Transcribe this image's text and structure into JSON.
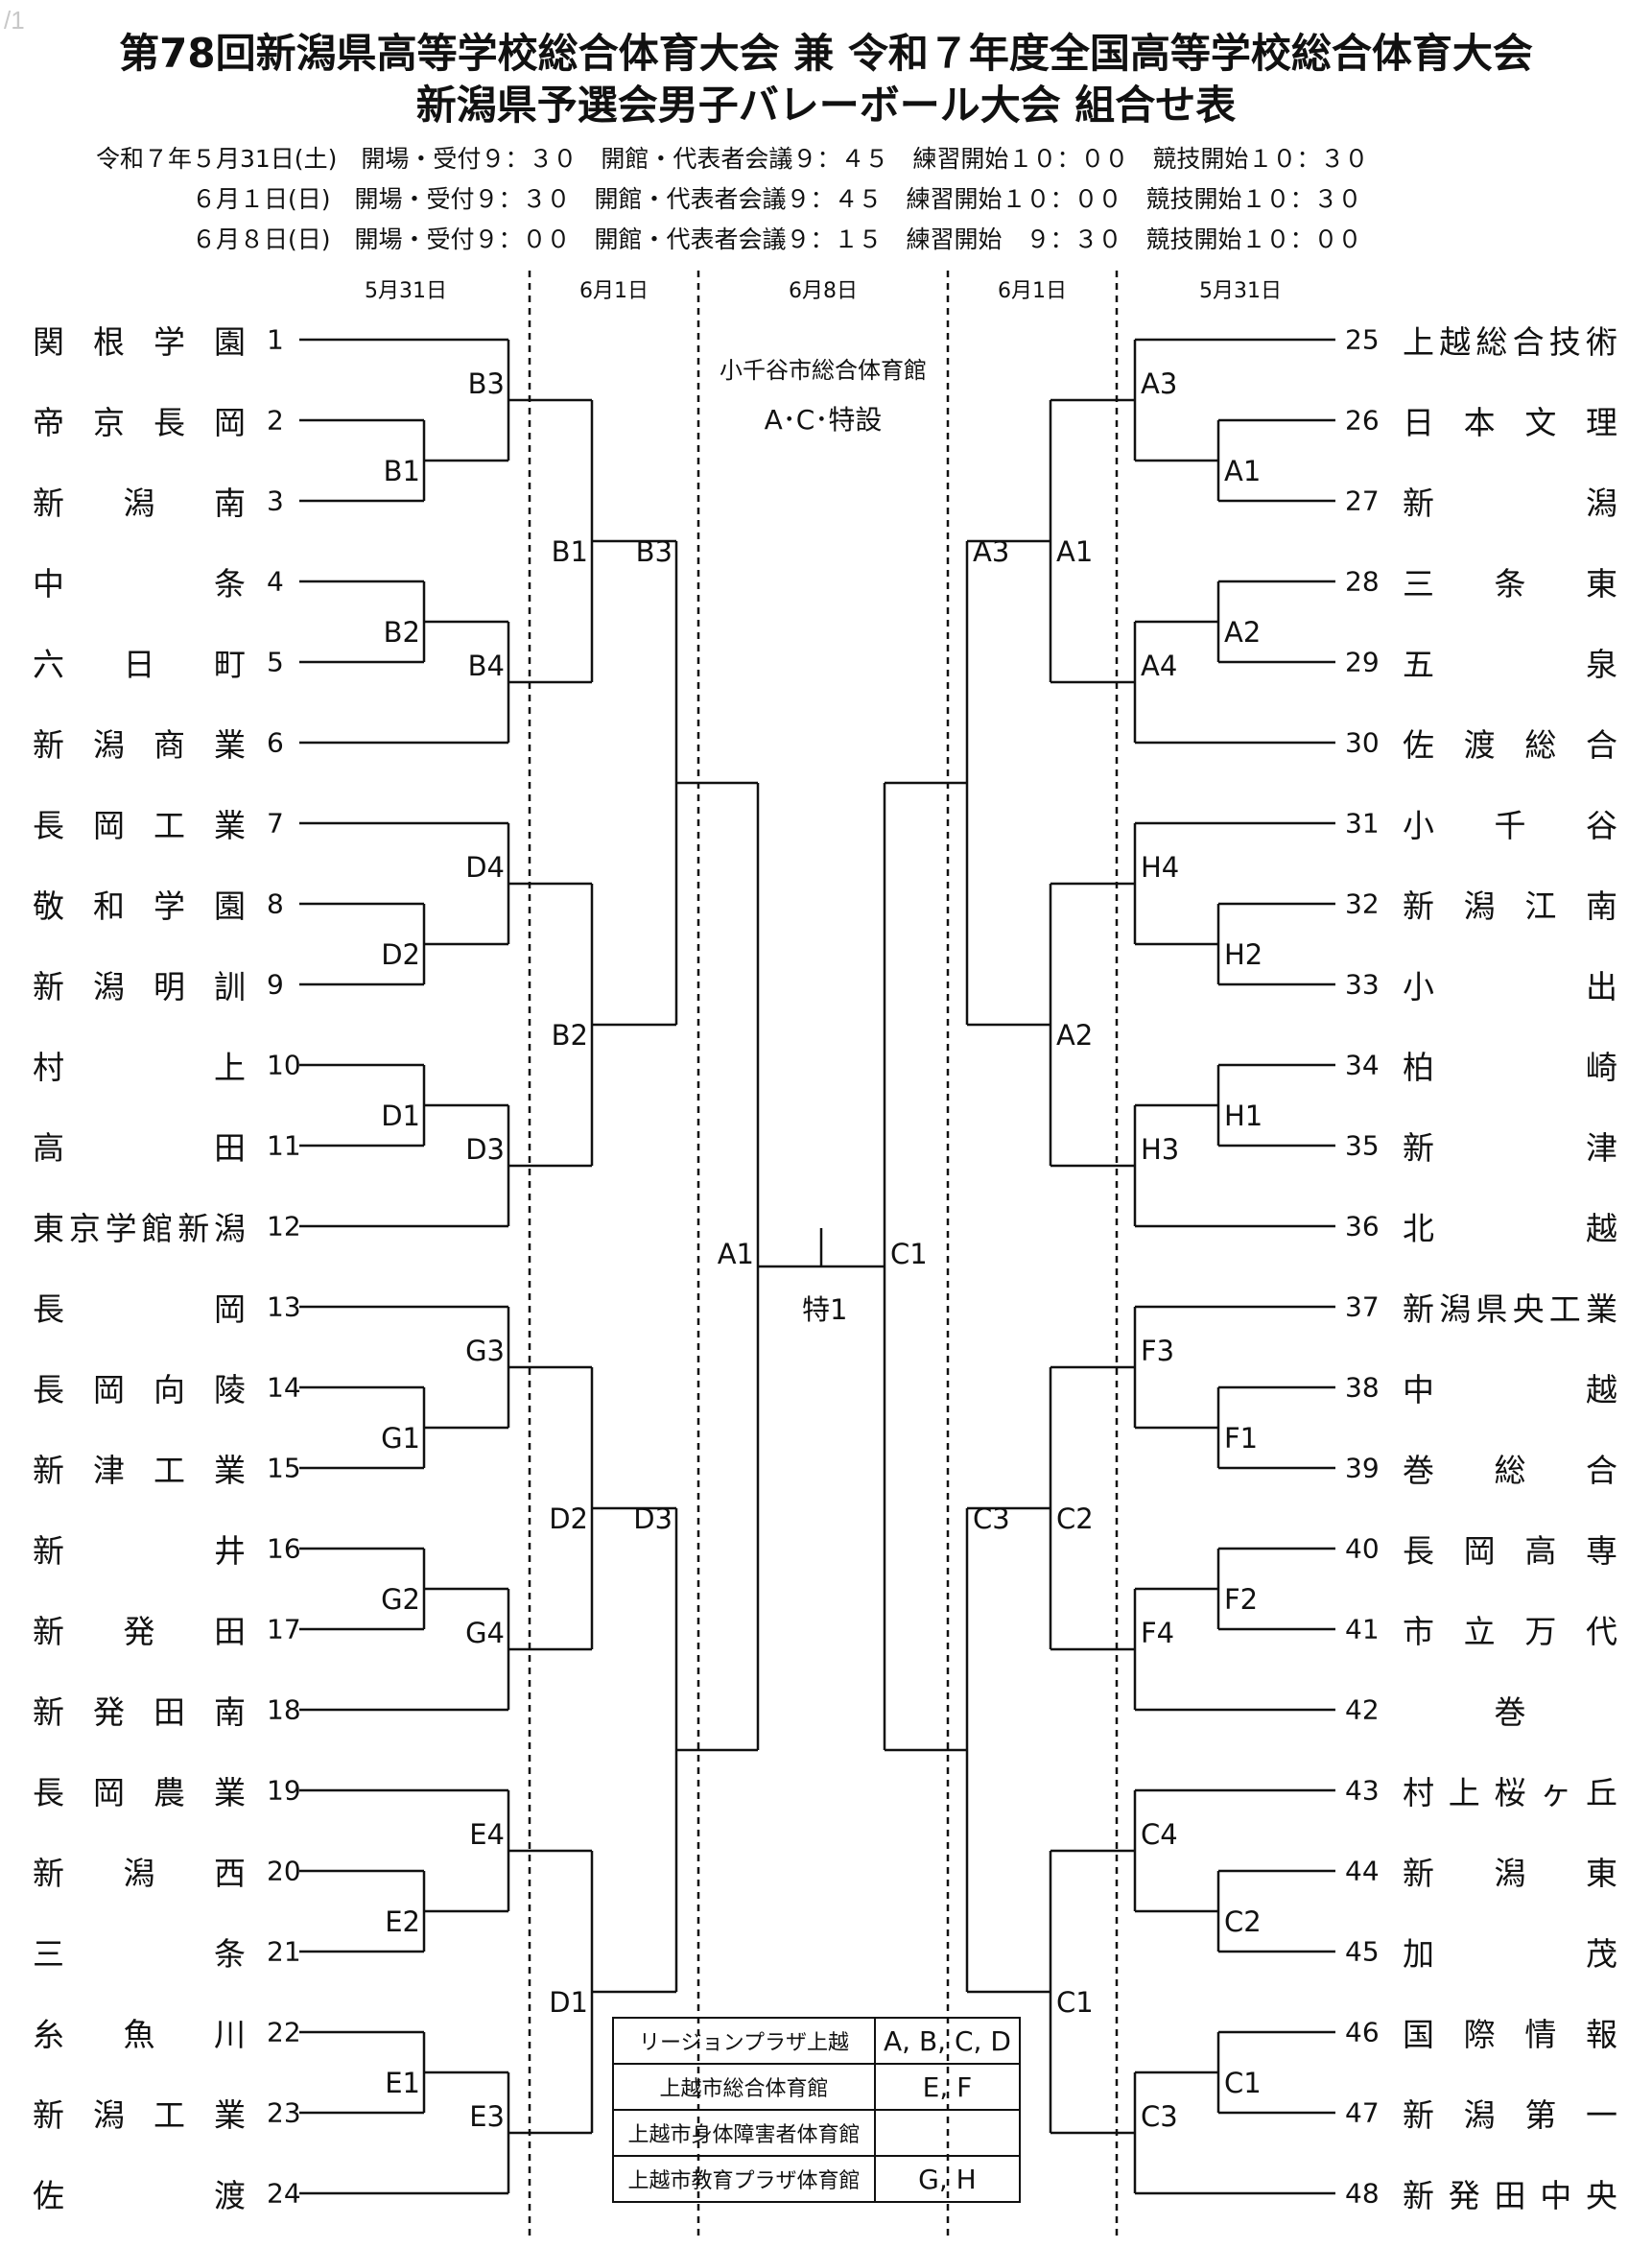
{
  "page_label": "/1",
  "title_line1": "第78回新潟県高等学校総合体育大会 兼 令和７年度全国高等学校総合体育大会",
  "title_line2": "新潟県予選会男子バレーボール大会 組合せ表",
  "schedule": [
    "令和７年５月31日(土)　開場・受付９：３０　開館・代表者会議９：４５　練習開始１０：００　競技開始１０：３０",
    "　　　　６月１日(日)　開場・受付９：３０　開館・代表者会議９：４５　練習開始１０：００　競技開始１０：３０",
    "　　　　６月８日(日)　開場・受付９：００　開館・代表者会議９：１５　練習開始　９：３０　競技開始１０：００"
  ],
  "day_headers": [
    "5月31日",
    "6月1日",
    "6月8日",
    "6月1日",
    "5月31日"
  ],
  "venue_name": "小千谷市総合体育館",
  "venue_courts": "A･C･特設",
  "final_label": "特1",
  "left_teams": [
    {
      "num": "1",
      "name": "関根学園"
    },
    {
      "num": "2",
      "name": "帝京長岡"
    },
    {
      "num": "3",
      "name": "新潟南"
    },
    {
      "num": "4",
      "name": "中条"
    },
    {
      "num": "5",
      "name": "六日町"
    },
    {
      "num": "6",
      "name": "新潟商業"
    },
    {
      "num": "7",
      "name": "長岡工業"
    },
    {
      "num": "8",
      "name": "敬和学園"
    },
    {
      "num": "9",
      "name": "新潟明訓"
    },
    {
      "num": "10",
      "name": "村上"
    },
    {
      "num": "11",
      "name": "高田"
    },
    {
      "num": "12",
      "name": "東京学館新潟"
    },
    {
      "num": "13",
      "name": "長岡"
    },
    {
      "num": "14",
      "name": "長岡向陵"
    },
    {
      "num": "15",
      "name": "新津工業"
    },
    {
      "num": "16",
      "name": "新井"
    },
    {
      "num": "17",
      "name": "新発田"
    },
    {
      "num": "18",
      "name": "新発田南"
    },
    {
      "num": "19",
      "name": "長岡農業"
    },
    {
      "num": "20",
      "name": "新潟西"
    },
    {
      "num": "21",
      "name": "三条"
    },
    {
      "num": "22",
      "name": "糸魚川"
    },
    {
      "num": "23",
      "name": "新潟工業"
    },
    {
      "num": "24",
      "name": "佐渡"
    }
  ],
  "right_teams": [
    {
      "num": "25",
      "name": "上越総合技術"
    },
    {
      "num": "26",
      "name": "日本文理"
    },
    {
      "num": "27",
      "name": "新潟"
    },
    {
      "num": "28",
      "name": "三条東"
    },
    {
      "num": "29",
      "name": "五泉"
    },
    {
      "num": "30",
      "name": "佐渡総合"
    },
    {
      "num": "31",
      "name": "小千谷"
    },
    {
      "num": "32",
      "name": "新潟江南"
    },
    {
      "num": "33",
      "name": "小出"
    },
    {
      "num": "34",
      "name": "柏崎"
    },
    {
      "num": "35",
      "name": "新津"
    },
    {
      "num": "36",
      "name": "北越"
    },
    {
      "num": "37",
      "name": "新潟県央工業"
    },
    {
      "num": "38",
      "name": "中越"
    },
    {
      "num": "39",
      "name": "巻総合"
    },
    {
      "num": "40",
      "name": "長岡高専"
    },
    {
      "num": "41",
      "name": "市立万代"
    },
    {
      "num": "42",
      "name": "巻"
    },
    {
      "num": "43",
      "name": "村上桜ヶ丘"
    },
    {
      "num": "44",
      "name": "新潟東"
    },
    {
      "num": "45",
      "name": "加茂"
    },
    {
      "num": "46",
      "name": "国際情報"
    },
    {
      "num": "47",
      "name": "新潟第一"
    },
    {
      "num": "48",
      "name": "新発田中央"
    }
  ],
  "match_labels_left": {
    "r1": [
      "B1",
      "B2",
      "D2",
      "D1",
      "G1",
      "G2",
      "E2",
      "E1"
    ],
    "r2": [
      "B3",
      "B4",
      "D4",
      "D3",
      "G3",
      "G4",
      "E4",
      "E3"
    ],
    "r3": [
      "B1",
      "B2",
      "D2",
      "D1"
    ],
    "r4": [
      "B3",
      "D3"
    ],
    "r5": "A1"
  },
  "match_labels_right": {
    "r1": [
      "A1",
      "A2",
      "H2",
      "H1",
      "F1",
      "F2",
      "C2",
      "C1"
    ],
    "r2": [
      "A3",
      "A4",
      "H4",
      "H3",
      "F3",
      "F4",
      "C4",
      "C3"
    ],
    "r3": [
      "A1",
      "A2",
      "C2",
      "C1"
    ],
    "r4": [
      "A3",
      "C3"
    ],
    "r5": "C1"
  },
  "legend": [
    {
      "venue": "リージョンプラザ上越",
      "courts": "A, B, C, D"
    },
    {
      "venue": "上越市総合体育館",
      "courts": "E, F"
    },
    {
      "venue": "上越市身体障害者体育館",
      "courts": ""
    },
    {
      "venue": "上越市教育プラザ体育館",
      "courts": "G, H"
    }
  ]
}
